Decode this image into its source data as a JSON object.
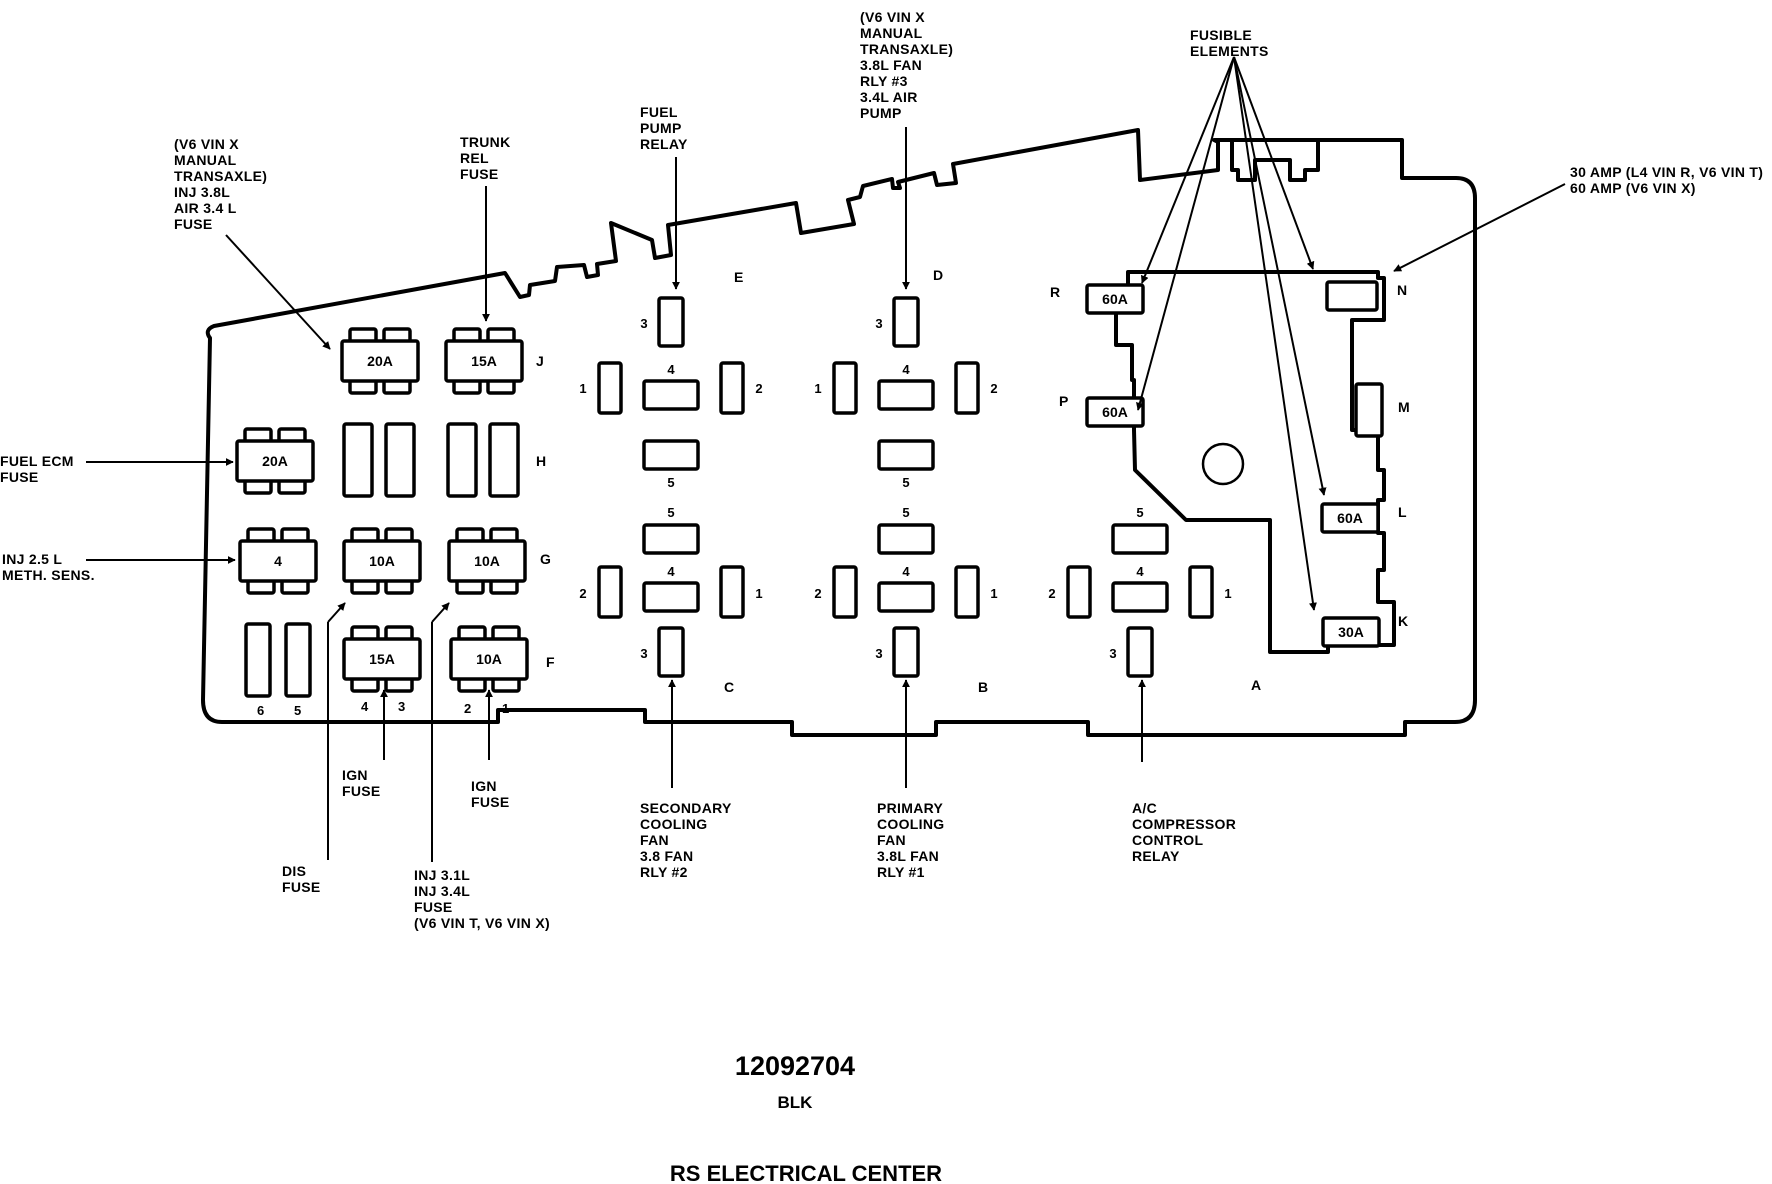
{
  "callouts": {
    "fuse_20a_j": [
      "(V6 VIN X",
      "MANUAL",
      "TRANSAXLE)",
      "INJ 3.8L",
      "AIR 3.4 L",
      "FUSE"
    ],
    "trunk_rel": [
      "TRUNK",
      "REL",
      "FUSE"
    ],
    "fuel_pump_relay": [
      "FUEL",
      "PUMP",
      "RELAY"
    ],
    "fan_rly3": [
      "(V6 VIN X",
      "MANUAL",
      "TRANSAXLE)",
      "3.8L FAN",
      "RLY #3",
      "3.4L AIR",
      "PUMP"
    ],
    "fusible": [
      "FUSIBLE",
      "ELEMENTS"
    ],
    "amp_note": [
      "30 AMP (L4 VIN R, V6 VIN T)",
      "60 AMP (V6 VIN X)"
    ],
    "fuel_ecm": [
      "FUEL ECM",
      "FUSE"
    ],
    "inj25": [
      "INJ 2.5 L",
      "METH. SENS."
    ],
    "ign1": [
      "IGN",
      "FUSE"
    ],
    "ign2": [
      "IGN",
      "FUSE"
    ],
    "dis": [
      "DIS",
      "FUSE"
    ],
    "inj31": [
      "INJ 3.1L",
      "INJ 3.4L",
      "FUSE",
      "(V6 VIN T, V6 VIN X)"
    ],
    "secondary": [
      "SECONDARY",
      "COOLING",
      "FAN",
      "3.8 FAN",
      "RLY #2"
    ],
    "primary": [
      "PRIMARY",
      "COOLING",
      "FAN",
      "3.8L FAN",
      "RLY #1"
    ],
    "ac": [
      "A/C",
      "COMPRESSOR",
      "CONTROL",
      "RELAY"
    ]
  },
  "fuses": {
    "j_left": "20A",
    "j_right": "15A",
    "h_left": "20A",
    "g_far_left": "4",
    "g_mid": "10A",
    "g_right": "10A",
    "f_mid": "15A",
    "f_right": "10A"
  },
  "fusible": {
    "r": "60A",
    "p": "60A",
    "l": "60A",
    "k": "30A"
  },
  "row_letters": {
    "J": "J",
    "H": "H",
    "G": "G",
    "F": "F",
    "E": "E",
    "D": "D",
    "C": "C",
    "B": "B",
    "A": "A",
    "R": "R",
    "P": "P",
    "N": "N",
    "M": "M",
    "L": "L",
    "K": "K"
  },
  "pins": {
    "n1": "1",
    "n2": "2",
    "n3": "3",
    "n4": "4",
    "n5": "5",
    "n6": "6"
  },
  "footer": {
    "part_number": "12092704",
    "color": "BLK",
    "title": "RS ELECTRICAL CENTER"
  }
}
